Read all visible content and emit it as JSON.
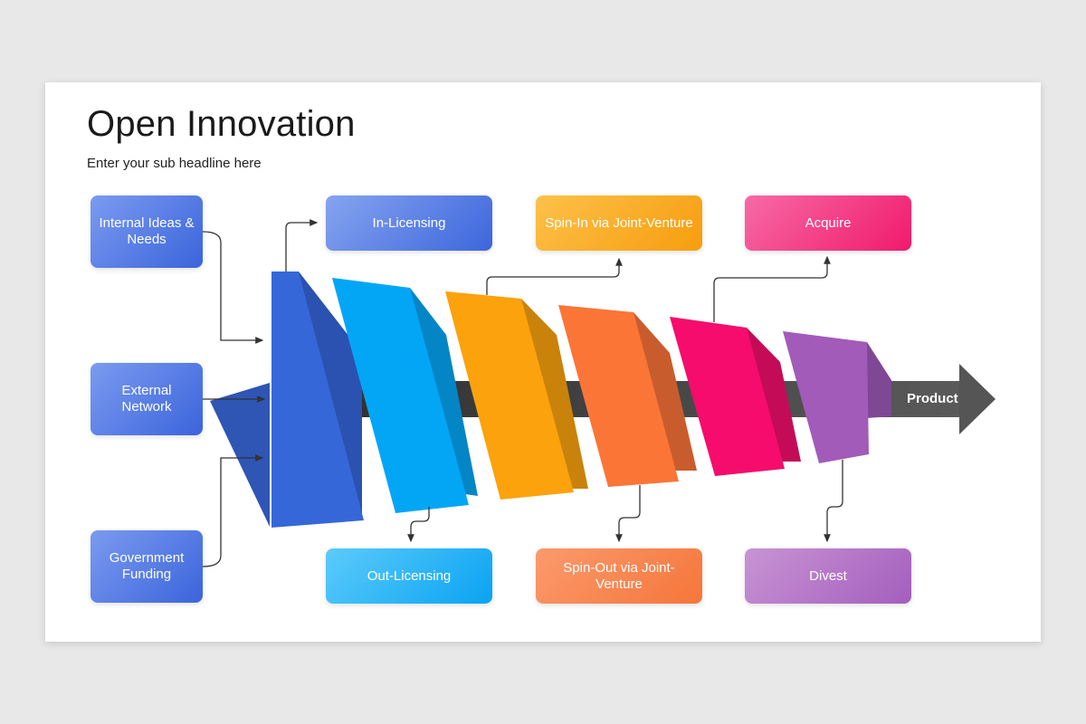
{
  "title": "Open Innovation",
  "subtitle": "Enter your sub headline here",
  "sources": {
    "internal": "Internal Ideas & Needs",
    "external": "External Network",
    "government": "Government Funding"
  },
  "outcomes": {
    "in_licensing": "In-Licensing",
    "out_licensing": "Out-Licensing",
    "spin_in": "Spin-In via Joint-Venture",
    "spin_out": "Spin-Out via Joint-Venture",
    "acquire": "Acquire",
    "divest": "Divest"
  },
  "product_label": "Product",
  "colors": {
    "blue": "#3567d8",
    "sky": "#03a6f5",
    "orange": "#fba20c",
    "coral": "#fb7537",
    "pink": "#f50c6c",
    "purple": "#a25bb9",
    "arrow": "#4a4a4a",
    "connector": "#333333"
  }
}
